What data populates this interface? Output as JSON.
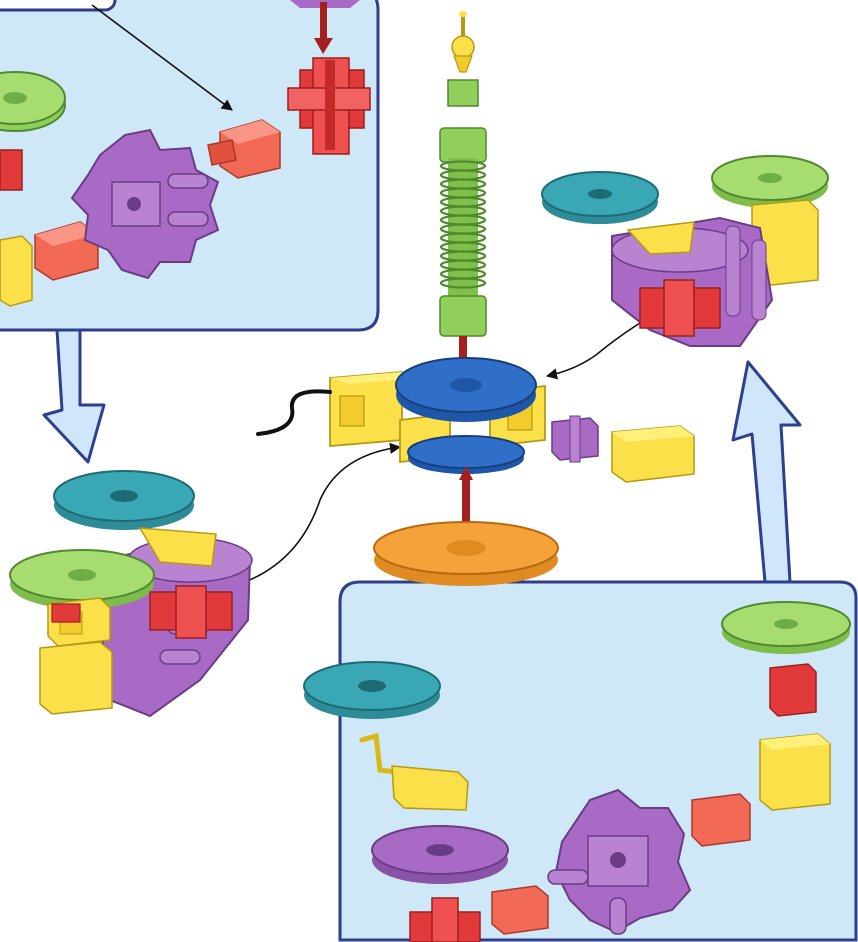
{
  "figure": {
    "kind": "toy gear construction assembly instructions",
    "panels": [
      "top-left-detail-panel",
      "bottom-right-detail-panel"
    ],
    "colors": {
      "panel_fill": "#cfe8f8",
      "panel_stroke": "#2e3d8c",
      "big_arrow_fill": "#cfe6fb",
      "big_arrow_stroke": "#2c3f91",
      "red": "#e23a3a",
      "coral": "#f26a55",
      "yellow": "#fbe04a",
      "purple": "#a86ac4",
      "green": "#8fcf5a",
      "teal": "#3aa7b4",
      "blue": "#2f6fc8",
      "orange": "#f6a23a",
      "dark_red_arrow": "#a3201d"
    },
    "parts": [
      "teal-gear",
      "green-gear",
      "purple-gear",
      "purple-hub-gear",
      "orange-gear",
      "blue-gear",
      "red-cross-connector",
      "red-cube",
      "coral-cube",
      "yellow-cube",
      "yellow-crank-handle",
      "green-spring-axle",
      "yellow-pin",
      "yellow-block-frame",
      "purple-small-connector",
      "black-cord"
    ]
  }
}
